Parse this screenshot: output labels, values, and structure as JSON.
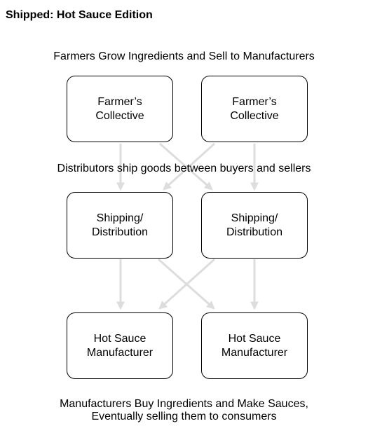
{
  "title": "Shipped: Hot Sauce Edition",
  "captions": {
    "farmers": "Farmers Grow Ingredients and Sell to Manufacturers",
    "distributors": "Distributors ship goods between buyers and sellers",
    "manufacturers_line1": "Manufacturers Buy Ingredients and Make Sauces,",
    "manufacturers_line2": "Eventually selling them to consumers"
  },
  "nodes": {
    "farmer_left": "Farmer’s\nCollective",
    "farmer_right": "Farmer’s\nCollective",
    "shipping_left": "Shipping/\nDistribution",
    "shipping_right": "Shipping/\nDistribution",
    "manufacturer_left": "Hot Sauce\nManufacturer",
    "manufacturer_right": "Hot Sauce\nManufacturer"
  },
  "colors": {
    "arrow": "#dddddd",
    "border": "#000000"
  }
}
